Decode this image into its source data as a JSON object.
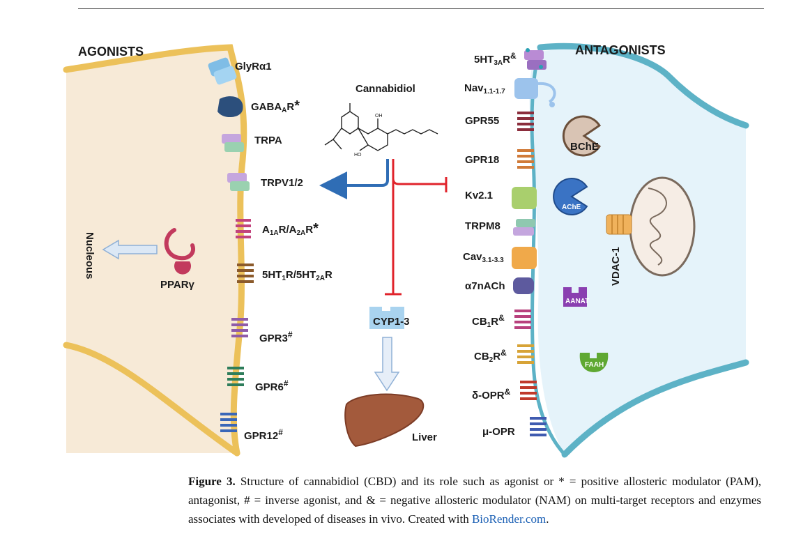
{
  "headings": {
    "agonists": "AGONISTS",
    "antagonists": "ANTAGONISTS"
  },
  "center": {
    "compound": "Cannabidiol",
    "cyp": "CYP1-3",
    "liver": "Liver"
  },
  "left": {
    "nucleus": "Nucleous",
    "ppar": "PPARγ",
    "receptors": [
      {
        "main": "GlyRα1",
        "sub": "",
        "tail": "",
        "mark": ""
      },
      {
        "main": "GABA",
        "sub": "A",
        "tail": "R",
        "mark": "*"
      },
      {
        "main": "TRPA",
        "sub": "",
        "tail": "",
        "mark": ""
      },
      {
        "main": "TRPV1/2",
        "sub": "",
        "tail": "",
        "mark": ""
      },
      {
        "main": "A",
        "sub": "1A",
        "tail": "R/A",
        "sub2": "2A",
        "tail2": "R",
        "mark": "*"
      },
      {
        "main": "5HT",
        "sub": "1",
        "tail": "R/5HT",
        "sub2": "2A",
        "tail2": "R",
        "mark": ""
      },
      {
        "main": "GPR3",
        "sub": "",
        "tail": "",
        "mark": "#"
      },
      {
        "main": "GPR6",
        "sub": "",
        "tail": "",
        "mark": "#"
      },
      {
        "main": "GPR12",
        "sub": "",
        "tail": "",
        "mark": "#"
      }
    ]
  },
  "right": {
    "vdac": "VDAC-1",
    "enzymes": {
      "bche": "BChE",
      "ache": "AChE",
      "aanat": "AANAT",
      "faah": "FAAH"
    },
    "receptors": [
      {
        "main": "5HT",
        "sub": "3A",
        "tail": "R",
        "mark": "&"
      },
      {
        "main": "Nav",
        "sub": "1.1-1.7",
        "tail": "",
        "mark": ""
      },
      {
        "main": "GPR55",
        "sub": "",
        "tail": "",
        "mark": ""
      },
      {
        "main": "GPR18",
        "sub": "",
        "tail": "",
        "mark": ""
      },
      {
        "main": "Kv2.1",
        "sub": "",
        "tail": "",
        "mark": ""
      },
      {
        "main": "TRPM8",
        "sub": "",
        "tail": "",
        "mark": ""
      },
      {
        "main": "Cav",
        "sub": "3.1-3.3",
        "tail": "",
        "mark": ""
      },
      {
        "main": "α7nACh",
        "sub": "",
        "tail": "",
        "mark": ""
      },
      {
        "main": "CB",
        "sub": "1",
        "tail": "R",
        "mark": "&"
      },
      {
        "main": "CB",
        "sub": "2",
        "tail": "R",
        "mark": "&"
      },
      {
        "main": "δ-OPR",
        "sub": "",
        "tail": "",
        "mark": "&"
      },
      {
        "main": "μ-OPR",
        "sub": "",
        "tail": "",
        "mark": ""
      }
    ]
  },
  "caption": {
    "label": "Figure 3.",
    "text": "Structure of cannabidiol (CBD) and its role such as agonist or * = positive allosteric modulator (PAM), antagonist, # = inverse agonist, and & = negative allosteric modulator (NAM) on multi-target receptors and enzymes associates with developed of diseases in vivo. Created with",
    "link": "BioRender.com",
    "end": "."
  }
}
